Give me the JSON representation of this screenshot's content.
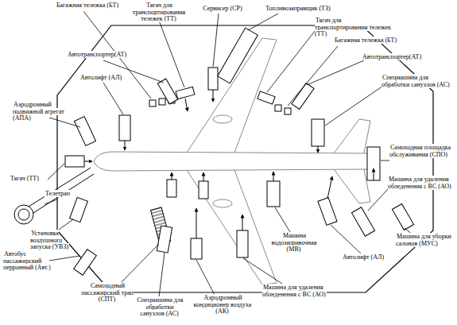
{
  "diagram": {
    "labels": [
      "Багажная тележка (БТ)",
      "Тягач для транспортирования тележек (ТТ)",
      "Сервисер (СР)",
      "Топливозаправщик (ТЗ)",
      "Тягач для транспортирования тележек (ТТ)",
      "Багажная тележка (БТ)",
      "Автотранспортер(АТ)",
      "Автотранспортер(АТ)",
      "Автолифт (АЛ)",
      "Спецмашина для обработки санузлов (АС)",
      "Аэродромный подвижной агрегат (АПА)",
      "Самоходная площадка обслуживания (СПО)",
      "Машина для удаления обледенения с ВС (АО)",
      "Тягач (ТТ)",
      "Телетрап",
      "Установка воздушного запуска (УВЗ)",
      "Машина водозаправочная (МВ)",
      "Машина для уборки салонов (МУС)",
      "Автолифт (АЛ)",
      "Автобус пассажирский перронный (Авт.)",
      "Самоходный пассажирский трап (СПТ)",
      "Спецмашина для обработки санузлов (АС)",
      "Аэродромный кондиционер воздуха (АК)",
      "Машина для удаления обледенения с ВС (АО)"
    ]
  }
}
